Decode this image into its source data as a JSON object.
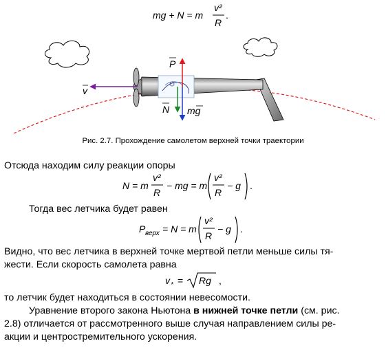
{
  "equation_top": {
    "lhs": "mg + N = m",
    "numerator": "v²",
    "denominator": "R",
    "end": "."
  },
  "figure": {
    "caption": "Рис. 2.7. Прохождение самолетом верхней точки траектории",
    "label_v": "v",
    "label_P": "P",
    "label_N": "N",
    "label_mg": "mg",
    "colors": {
      "velocity": "#7a1fa2",
      "weight_P": "#e0191c",
      "reaction_N": "#1a8a2c",
      "gravity_mg": "#1d3fc8",
      "trajectory": "#e0191c"
    }
  },
  "paragraphs": {
    "p1": "Отсюда находим силу реакции опоры",
    "p2": "Тогда вес летчика будет равен",
    "p3_line1": "Видно, что вес летчика в верхней точке мертвой петли меньше силы тя-",
    "p3_line2": "жести. Если скорость самолета равна",
    "p4": "то летчик будет находиться в состоянии невесомости.",
    "p5_a": "Уравнение второго закона Ньютона ",
    "p5_bold": "в нижней точке петли",
    "p5_b": " (см. рис.",
    "p5_line2": "2.8) отличается от рассмотренного выше случая направлением силы ре-",
    "p5_line3": "акции и центростремительного ускорения."
  },
  "equation_N": {
    "lhs": "N = m",
    "num": "v²",
    "den": "R",
    "mid": "− mg = m",
    "num2": "v²",
    "den2": "R",
    "tail": "− g",
    "end": "."
  },
  "equation_P": {
    "p": "P",
    "sub": "верх",
    "mid": "= N = m",
    "num": "v²",
    "den": "R",
    "tail": "− g",
    "end": "."
  },
  "equation_v": {
    "v": "v",
    "sub": "*",
    "eq": "=",
    "rad": "Rg",
    "end": ","
  }
}
